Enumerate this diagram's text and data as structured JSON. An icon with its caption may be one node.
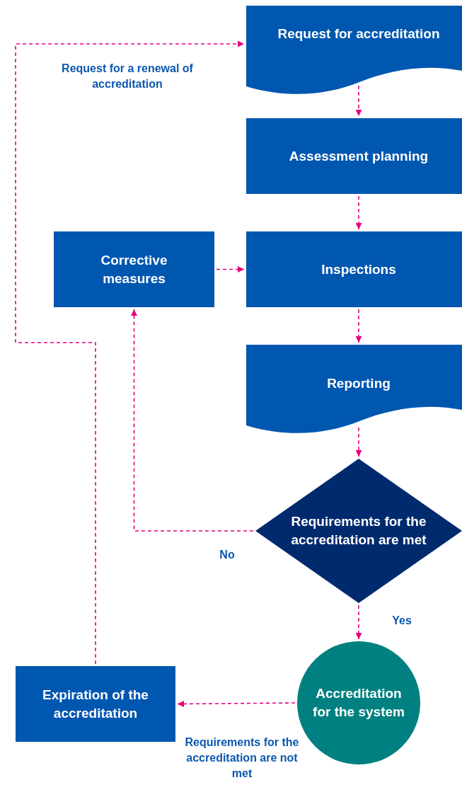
{
  "diagram": {
    "nodes": [
      {
        "text": [
          "Request for accreditation"
        ]
      },
      {
        "text": [
          "Assessment planning"
        ]
      },
      {
        "text": [
          "Corrective measures"
        ]
      },
      {
        "text": [
          "Inspections"
        ]
      },
      {
        "text": [
          "Reporting"
        ]
      },
      {
        "text": [
          "Requirements for the accreditation are met"
        ]
      },
      {
        "text": [
          "Accreditation for the system"
        ]
      },
      {
        "text": [
          "Expiration of the accreditation"
        ]
      }
    ],
    "edges": [
      {
        "from": 0,
        "to": 1,
        "arrow": "to"
      },
      {
        "from": 1,
        "to": 3,
        "arrow": "to"
      },
      {
        "from": 2,
        "to": 3,
        "arrow": "to"
      },
      {
        "from": 3,
        "to": 4,
        "arrow": "to"
      },
      {
        "from": 4,
        "to": 5,
        "arrow": "to"
      },
      {
        "from": 5,
        "to": 2,
        "arrow": "to",
        "label": "No"
      },
      {
        "from": 5,
        "to": 6,
        "arrow": "to",
        "label": "Yes"
      },
      {
        "from": 6,
        "to": 7,
        "arrow": "to",
        "label": "Requirements for the accreditation are not met"
      },
      {
        "from": 7,
        "to": 0,
        "arrow": "to",
        "label": "Request for a renewal of accreditation"
      }
    ]
  }
}
